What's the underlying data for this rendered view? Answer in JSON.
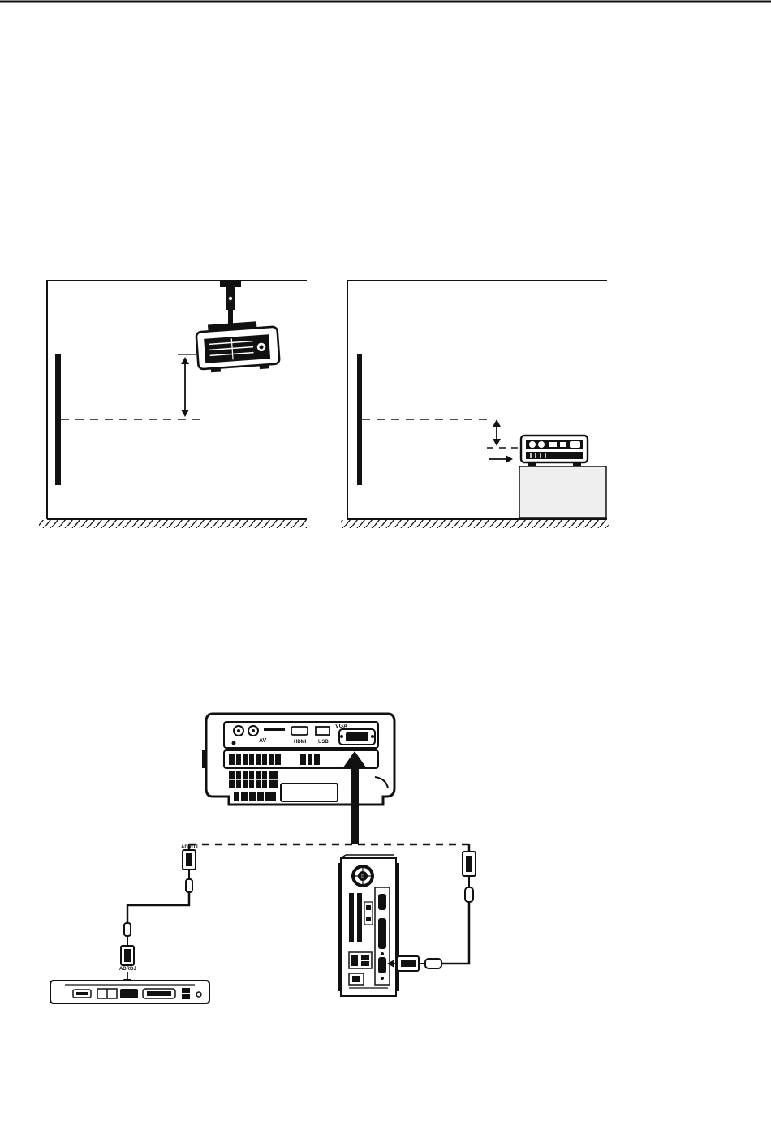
{
  "projector_ports": {
    "av_label": "AV",
    "hdmi_label": "HDMI",
    "usb_label": "USB",
    "vga_label": "VGA"
  },
  "cable_labels": {
    "left_upper": "ADRDJ",
    "left_lower": "ADRDJ"
  },
  "colors": {
    "ink": "#111111",
    "table_fill": "#efefef",
    "panel_fill": "#3a3a3a"
  }
}
